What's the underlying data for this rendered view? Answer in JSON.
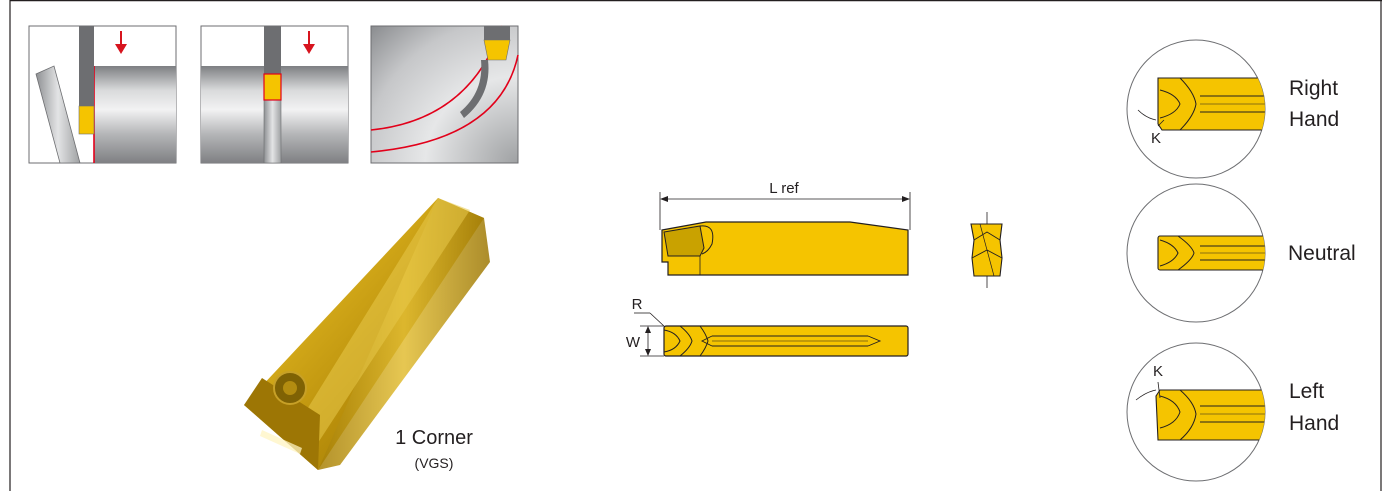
{
  "insert": {
    "corner_label": "1 Corner",
    "type_code": "(VGS)"
  },
  "dimensions": {
    "length": "L ref",
    "radius": "R",
    "width": "W"
  },
  "variants": [
    {
      "name": "Right\nHand",
      "line1": "Right",
      "line2": "Hand",
      "angle_label": "K"
    },
    {
      "name": "Neutral",
      "line1": "Neutral"
    },
    {
      "name": "Left\nHand",
      "line1": "Left",
      "line2": "Hand",
      "angle_label": "K"
    }
  ],
  "colors": {
    "insert_gold": "#f5c400",
    "insert_gold_dark": "#c89a00",
    "cut_line_red": "#e2001a",
    "arrow_red": "#d7141e",
    "workpiece_gray": "#b8b9bb",
    "outline": "#231f20"
  },
  "icons": [
    "grooving-down-arrow-icon",
    "parting-off-arrow-icon",
    "face-grooving-icon"
  ]
}
